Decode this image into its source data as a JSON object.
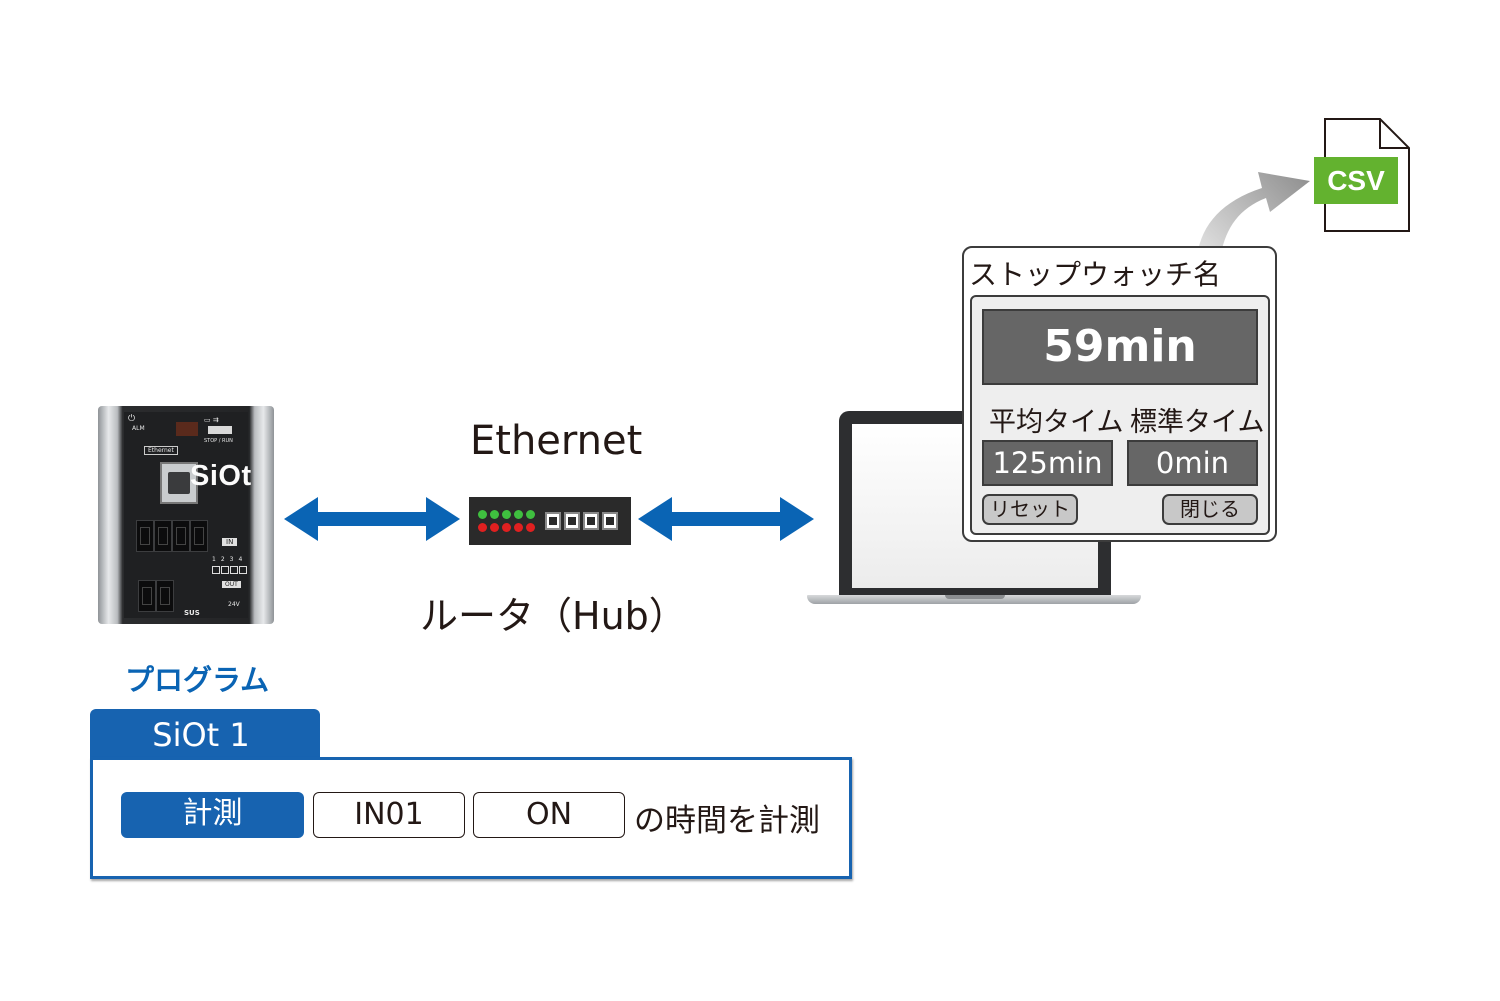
{
  "device": {
    "brand": "SiOt",
    "label_alm": "ALM",
    "label_ethernet": "Ethernet",
    "label_stop_run": "STOP / RUN",
    "label_in": "IN",
    "label_out": "OUT",
    "label_24v": "24V",
    "label_sus": "SUS",
    "in_numbers": [
      "1",
      "2",
      "3",
      "4"
    ]
  },
  "network": {
    "ethernet_label": "Ethernet",
    "hub_label": "ルータ（Hub）"
  },
  "stopwatch": {
    "title": "ストップウォッチ名",
    "main_value": "59min",
    "avg_label": "平均タイム",
    "std_label": "標準タイム",
    "avg_value": "125min",
    "std_value": "0min",
    "reset_button": "リセット",
    "close_button": "閉じる"
  },
  "csv": {
    "label": "CSV"
  },
  "program": {
    "heading": "プログラム",
    "tab_label": "SiOt 1",
    "command": "計測",
    "input": "IN01",
    "state": "ON",
    "suffix": "の時間を計測"
  },
  "colors": {
    "accent_blue": "#1763b0",
    "arrow_blue": "#0a64b4",
    "csv_green": "#63b22f",
    "display_gray": "#666666",
    "led_green": "#3fbf3f",
    "led_red": "#e02020"
  },
  "icons": [
    "double-arrow-icon",
    "export-arrow-icon",
    "csv-file-icon",
    "hub-icon",
    "laptop-icon",
    "siot-device-icon"
  ]
}
